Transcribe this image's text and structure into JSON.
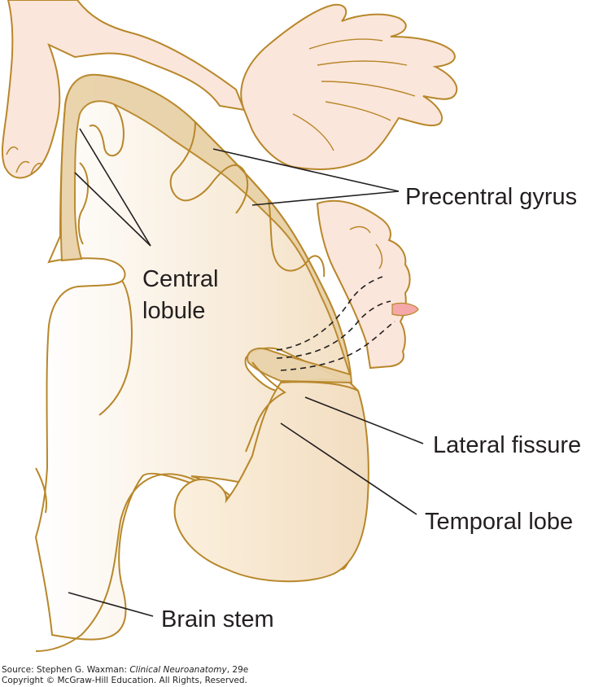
{
  "labels": {
    "precentral_gyrus": "Precentral gyrus",
    "central_lobule_1": "Central",
    "central_lobule_2": "lobule",
    "lateral_fissure": "Lateral fissure",
    "temporal_lobe": "Temporal lobe",
    "brain_stem": "Brain stem"
  },
  "source": {
    "prefix": "Source: Stephen G. Waxman: ",
    "book": "Clinical Neuroanatomy",
    "suffix": ", 29e",
    "copyright": "Copyright © McGraw-Hill Education. All Rights, Reserved."
  },
  "colors": {
    "outline": "#b8872a",
    "cortex": "#e9d2a9",
    "white_matter": "#fbf1e3",
    "skin": "#fbe6db",
    "tongue": "#f5a8a8",
    "leader": "#231f20"
  }
}
